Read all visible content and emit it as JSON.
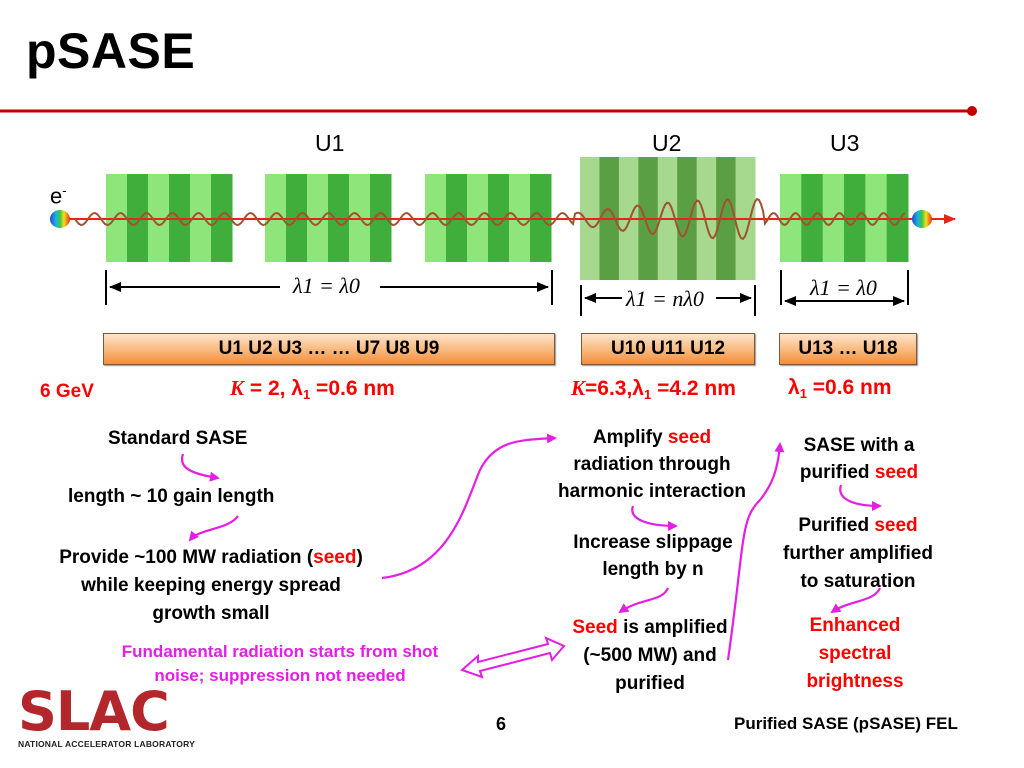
{
  "slide": {
    "title": "pSASE",
    "page_number": "6",
    "footer": "Purified SASE (pSASE) FEL",
    "logo_text": "SLAC",
    "logo_subtext": "NATIONAL ACCELERATOR LABORATORY"
  },
  "undulators": {
    "electron_label": "e",
    "electron_sup": "-",
    "sections": [
      {
        "label": "U1",
        "range_box": "U1  U2  U3 … … U7  U8  U9",
        "equation": "λ1 = λ0"
      },
      {
        "label": "U2",
        "range_box": "U10  U11  U12",
        "equation": "λ1 = nλ0"
      },
      {
        "label": "U3",
        "range_box": "U13 … U18",
        "equation": "λ1 = λ0"
      }
    ]
  },
  "params": {
    "energy": "6 GeV",
    "u1_k": "K",
    "u1_rest": " = 2,   λ",
    "u1_sub": "1",
    "u1_val": " =0.6 nm",
    "u2_k": "K",
    "u2_rest": "=6.3,λ",
    "u2_sub": "1",
    "u2_val": " =4.2 nm",
    "u3_rest": "λ",
    "u3_sub": "1",
    "u3_val": " =0.6 nm"
  },
  "column1": {
    "step1": "Standard SASE",
    "step2": "length ~ 10 gain length",
    "step3_a": "Provide ~100 MW radiation (",
    "step3_seed": "seed",
    "step3_b": ")",
    "step3_c": "while keeping energy spread",
    "step3_d": "growth small",
    "note_line1": "Fundamental radiation starts from shot",
    "note_line2": "noise; suppression not needed"
  },
  "column2": {
    "step1_a": "Amplify ",
    "step1_seed": "seed",
    "step1_b": "radiation through",
    "step1_c": "harmonic interaction",
    "step2_a": "Increase slippage",
    "step2_b": "length by n",
    "step3_seed": "Seed",
    "step3_a": " is amplified",
    "step3_b": "(~500 MW) and",
    "step3_c": "purified"
  },
  "column3": {
    "step1_a": "SASE with a",
    "step1_b": "purified ",
    "step1_seed": "seed",
    "step2_a": "Purified ",
    "step2_seed": "seed",
    "step2_b": "further amplified",
    "step2_c": "to saturation",
    "step3_a": "Enhanced",
    "step3_b": "spectral",
    "step3_c": "brightness"
  },
  "colors": {
    "title_line": "#c00000",
    "undulator_light": "#8ee57a",
    "undulator_dark": "#3fae3a",
    "u2_light": "#a6d88e",
    "u2_dark": "#5b9f45",
    "wave": "#a0522d",
    "beam": "#e8231a",
    "arrow": "#e41ee4",
    "seed_red": "#ff0000",
    "slac_red": "#b3262b"
  }
}
